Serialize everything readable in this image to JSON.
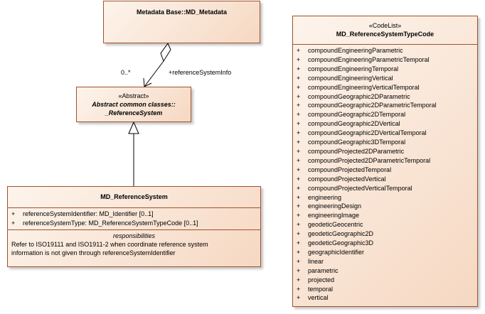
{
  "metadata_class": {
    "name": "Metadata Base::MD_Metadata"
  },
  "association": {
    "multiplicity": "0..*",
    "role": "+referenceSystemInfo"
  },
  "abstract_class": {
    "stereotype": "«Abstract»",
    "name_line1": "Abstract common classes::",
    "name_line2": "_ReferenceSystem"
  },
  "reference_system": {
    "name": "MD_ReferenceSystem",
    "attributes": [
      {
        "visibility": "+",
        "text": "referenceSystemIdentifier: MD_Identifier [0..1]"
      },
      {
        "visibility": "+",
        "text": "referenceSystemType: MD_ReferenceSystemTypeCode [0..1]"
      }
    ],
    "responsibilities_title": "responsibilities",
    "responsibilities_line1": "Refer to ISO19111 and ISO1911-2 when coordinate reference system",
    "responsibilities_line2": "information is not given through referenceSystemIdentifier"
  },
  "codelist": {
    "stereotype": "«CodeList»",
    "name": "MD_ReferenceSystemTypeCode",
    "items": [
      {
        "visibility": "+",
        "text": "compoundEngineeringParametric"
      },
      {
        "visibility": "+",
        "text": "compoundEngineeringParametricTemporal"
      },
      {
        "visibility": "+",
        "text": "compoundEngineeringTemporal"
      },
      {
        "visibility": "+",
        "text": "compoundEngineeringVertical"
      },
      {
        "visibility": "+",
        "text": "compoundEngineeringVerticalTemporal"
      },
      {
        "visibility": "+",
        "text": "compoundGeographic2DParametric"
      },
      {
        "visibility": "+",
        "text": "compoundGeographic2DParametricTemporal"
      },
      {
        "visibility": "+",
        "text": "compoundGeographic2DTemporal"
      },
      {
        "visibility": "+",
        "text": "compoundGeographic2DVertical"
      },
      {
        "visibility": "+",
        "text": "compoundGeographic2DVerticalTemporal"
      },
      {
        "visibility": "+",
        "text": "compoundGeographic3DTemporal"
      },
      {
        "visibility": "+",
        "text": "compoundProjected2DParametric"
      },
      {
        "visibility": "+",
        "text": "compoundProjected2DParametricTemporal"
      },
      {
        "visibility": "+",
        "text": "compoundProjectedTemporal"
      },
      {
        "visibility": "+",
        "text": "compoundProjectedVertical"
      },
      {
        "visibility": "+",
        "text": "compoundProjectedVerticalTemporal"
      },
      {
        "visibility": "+",
        "text": "engineering"
      },
      {
        "visibility": "+",
        "text": "engineeringDesign"
      },
      {
        "visibility": "+",
        "text": "engineeringImage"
      },
      {
        "visibility": "+",
        "text": "geodeticGeocentric"
      },
      {
        "visibility": "+",
        "text": "geodeticGeographic2D"
      },
      {
        "visibility": "+",
        "text": "geodeticGeographic3D"
      },
      {
        "visibility": "+",
        "text": "geographicIdentifier"
      },
      {
        "visibility": "+",
        "text": "linear"
      },
      {
        "visibility": "+",
        "text": "parametric"
      },
      {
        "visibility": "+",
        "text": "projected"
      },
      {
        "visibility": "+",
        "text": "temporal"
      },
      {
        "visibility": "+",
        "text": "vertical"
      }
    ]
  }
}
